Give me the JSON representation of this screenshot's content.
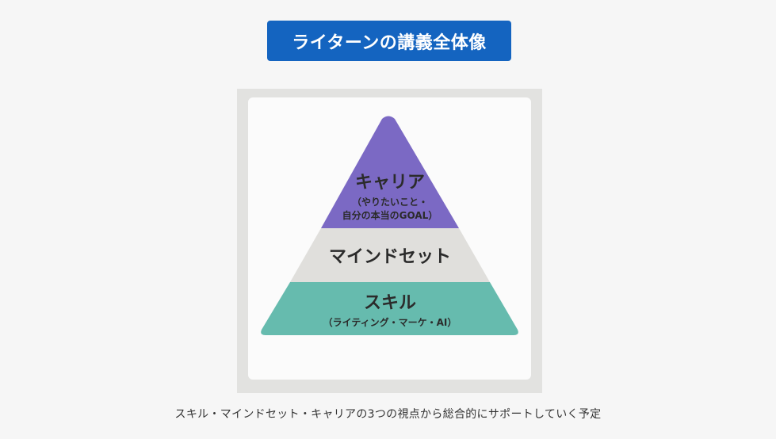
{
  "title": "ライターンの講義全体像",
  "colors": {
    "title_bg": "#1464c0",
    "top_tier": "#7b69c4",
    "middle_tier": "#e0dfdc",
    "bottom_tier": "#66bbae"
  },
  "pyramid": {
    "top": {
      "label": "キャリア",
      "sub1": "（やりたいこと・",
      "sub2": "自分の本当のGOAL）"
    },
    "middle": {
      "label": "マインドセット"
    },
    "bottom": {
      "label": "スキル",
      "sub1": "（ライティング・マーケ・AI）"
    }
  },
  "caption": "スキル・マインドセット・キャリアの3つの視点から総合的にサポートしていく予定"
}
